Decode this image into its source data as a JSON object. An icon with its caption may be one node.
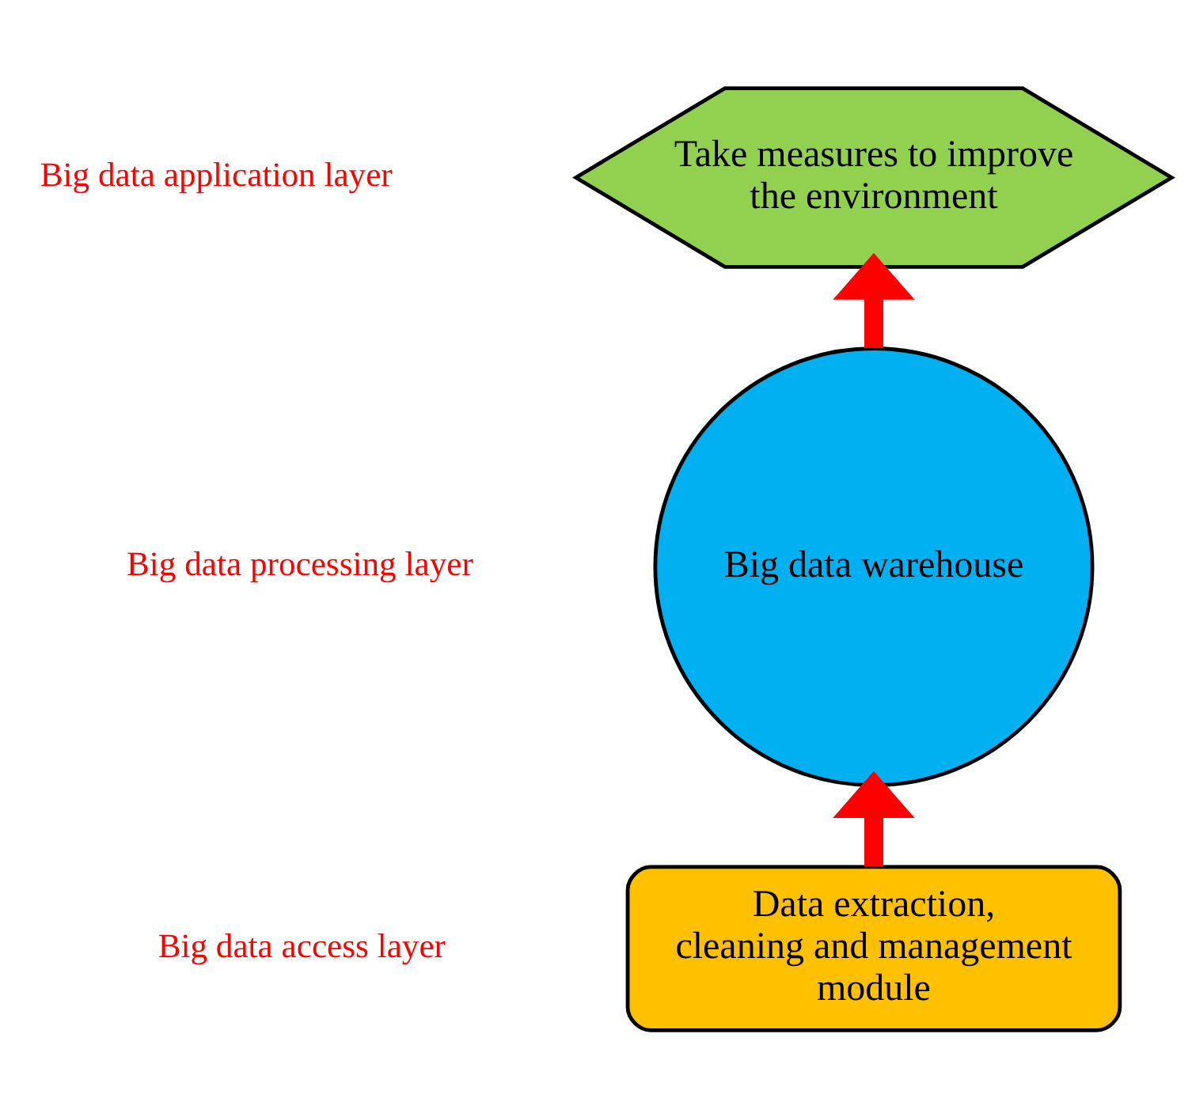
{
  "diagram": {
    "nodes": [
      {
        "text": [
          "Take measures to improve the environment"
        ]
      },
      {
        "text": [
          "Big data warehouse"
        ]
      },
      {
        "text": [
          "Data extraction, cleaning and management module"
        ]
      }
    ],
    "edges": [
      {
        "from": 2,
        "to": 1,
        "arrow": "to"
      },
      {
        "from": 1,
        "to": 0,
        "arrow": "to"
      }
    ],
    "labels": [
      "Big data application layer",
      "Big data processing layer",
      "Big data access layer"
    ]
  }
}
